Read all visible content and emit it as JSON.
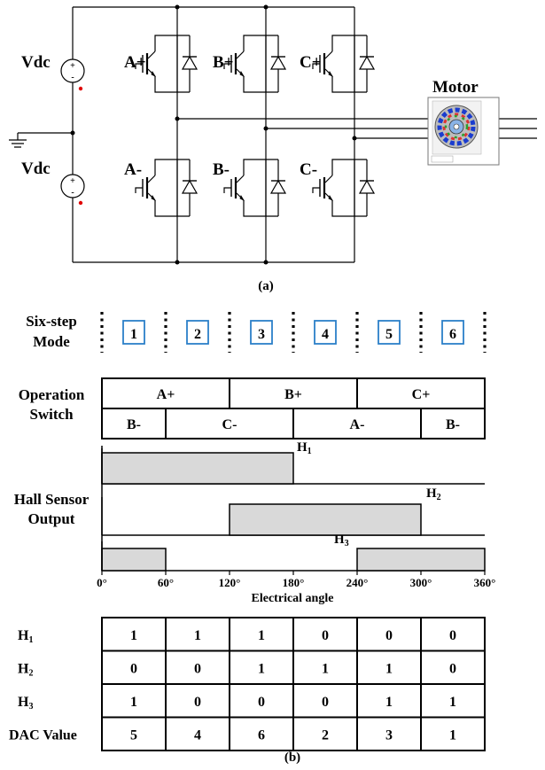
{
  "circuit": {
    "source_label": "Vdc",
    "switches_top": [
      "A+",
      "B+",
      "C+"
    ],
    "switches_bottom": [
      "A-",
      "B-",
      "C-"
    ],
    "motor_label": "Motor",
    "caption": "(a)"
  },
  "six_step": {
    "label_line1": "Six-step",
    "label_line2": "Mode",
    "modes": [
      "1",
      "2",
      "3",
      "4",
      "5",
      "6"
    ]
  },
  "operation": {
    "label_line1": "Operation",
    "label_line2": "Switch",
    "top": [
      {
        "label": "A+",
        "start": 0,
        "end": 120
      },
      {
        "label": "B+",
        "start": 120,
        "end": 240
      },
      {
        "label": "C+",
        "start": 240,
        "end": 360
      }
    ],
    "bottom": [
      {
        "label": "B-",
        "start": 0,
        "end": 60
      },
      {
        "label": "C-",
        "start": 60,
        "end": 180
      },
      {
        "label": "A-",
        "start": 180,
        "end": 300
      },
      {
        "label": "B-",
        "start": 300,
        "end": 360
      }
    ]
  },
  "hall": {
    "label_line1": "Hall Sensor",
    "label_line2": "Output",
    "signals": [
      {
        "name": "H",
        "sub": "1",
        "high": [
          [
            0,
            180
          ]
        ]
      },
      {
        "name": "H",
        "sub": "2",
        "high": [
          [
            120,
            300
          ]
        ]
      },
      {
        "name": "H",
        "sub": "3",
        "high": [
          [
            0,
            60
          ],
          [
            240,
            360
          ]
        ]
      }
    ],
    "ticks": [
      "0°",
      "60°",
      "120°",
      "180°",
      "240°",
      "300°",
      "360°"
    ],
    "xlabel": "Electrical angle"
  },
  "table": {
    "rows": [
      {
        "name": "H",
        "sub": "1",
        "values": [
          "1",
          "1",
          "1",
          "0",
          "0",
          "0"
        ]
      },
      {
        "name": "H",
        "sub": "2",
        "values": [
          "0",
          "0",
          "1",
          "1",
          "1",
          "0"
        ]
      },
      {
        "name": "H",
        "sub": "3",
        "values": [
          "1",
          "0",
          "0",
          "0",
          "1",
          "1"
        ]
      },
      {
        "name": "DAC Value",
        "sub": "",
        "values": [
          "5",
          "4",
          "6",
          "2",
          "3",
          "1"
        ]
      }
    ]
  },
  "caption_b": "(b)"
}
